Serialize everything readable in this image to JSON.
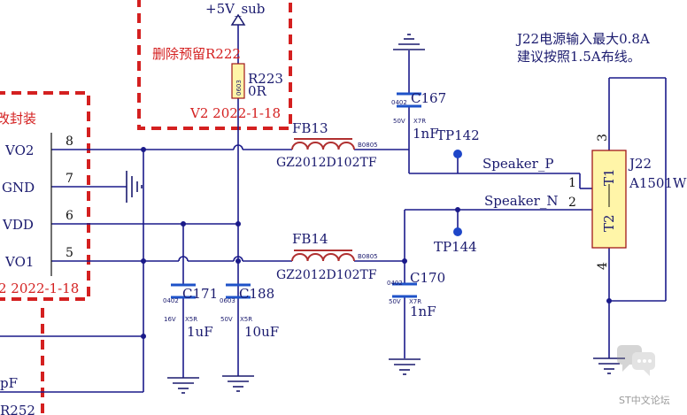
{
  "colors": {
    "wire": "#1a1a8a",
    "red_box": "#d42020",
    "component_fill": "#fff5a8",
    "cap_plate": "#1e52c8",
    "inductor": "#b03030",
    "testpoint": "#1e46c8"
  },
  "top_power": {
    "label": "+5V_sub"
  },
  "note_r222": {
    "line1": "删除预留R222",
    "line2": "V2 2022-1-18"
  },
  "r223": {
    "ref": "R223",
    "value": "0R",
    "package": "0603"
  },
  "left_box": {
    "title_partial": "改封装",
    "date_partial": "2 2022-1-18",
    "pins": [
      {
        "name": "VO2",
        "num": "8"
      },
      {
        "name": "GND",
        "num": "7"
      },
      {
        "name": "VDD",
        "num": "6"
      },
      {
        "name": "VO1",
        "num": "5"
      }
    ]
  },
  "fb13": {
    "ref": "FB13",
    "part": "GZ2012D102TF",
    "package": "B0805"
  },
  "fb14": {
    "ref": "FB14",
    "part": "GZ2012D102TF",
    "package": "B0805"
  },
  "c167": {
    "ref": "C167",
    "value": "1nF",
    "pkg": "0402",
    "volt": "50V",
    "diel": "X7R"
  },
  "c170": {
    "ref": "C170",
    "value": "1nF",
    "pkg": "0402",
    "volt": "50V",
    "diel": "X7R"
  },
  "c171": {
    "ref": "C171",
    "value": "1uF",
    "pkg": "0402",
    "volt": "16V",
    "diel": "X5R"
  },
  "c188": {
    "ref": "C188",
    "value": "10uF",
    "pkg": "0603",
    "volt": "50V",
    "diel": "X5R"
  },
  "tp142": {
    "ref": "TP142"
  },
  "tp144": {
    "ref": "TP144"
  },
  "nets": {
    "speaker_p": "Speaker_P",
    "speaker_n": "Speaker_N"
  },
  "j22": {
    "ref": "J22",
    "part": "A1501W",
    "pin1_num": "1",
    "pin2_num": "2",
    "pin3_num": "3",
    "pin4_num": "4",
    "pin1_label": "T1",
    "pin2_label": "T2",
    "note_line1": "J22电源输入最大0.8A",
    "note_line2": "建议按照1.5A布线。"
  },
  "partial_bottom": {
    "cap_value": "pF",
    "ref": "R252"
  },
  "watermark": {
    "text": "ST中文论坛"
  }
}
